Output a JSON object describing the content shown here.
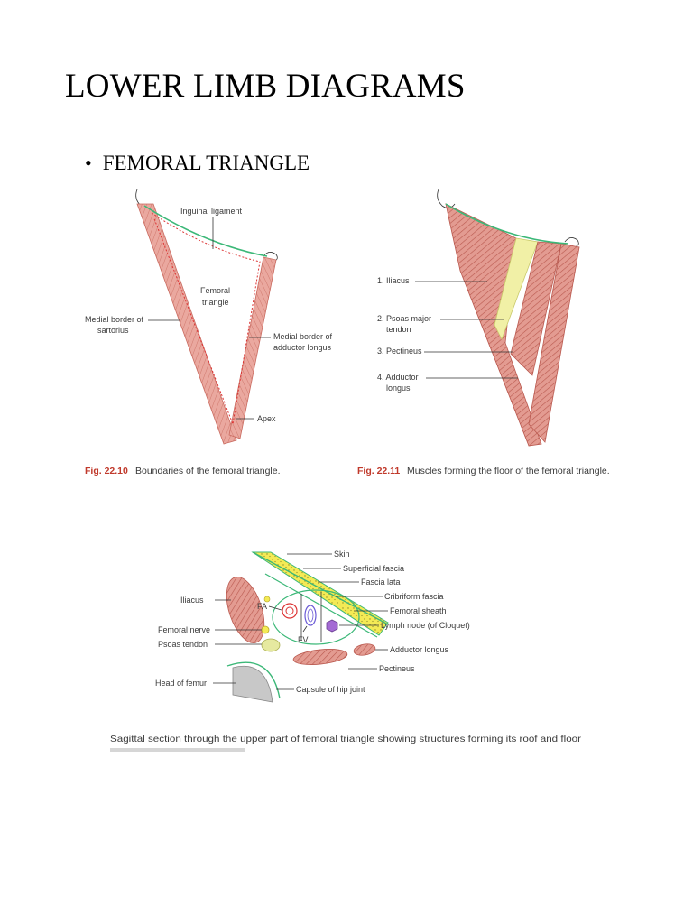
{
  "document": {
    "title": "LOWER LIMB DIAGRAMS",
    "bullet": "FEMORAL TRIANGLE"
  },
  "fig_22_10": {
    "labels": {
      "inguinal_ligament": "Inguinal ligament",
      "femoral_triangle_1": "Femoral",
      "femoral_triangle_2": "triangle",
      "medial_border_sartorius_1": "Medial border of",
      "medial_border_sartorius_2": "sartorius",
      "medial_border_adductor_1": "Medial border of",
      "medial_border_adductor_2": "adductor longus",
      "apex": "Apex"
    },
    "caption_number": "Fig. 22.10",
    "caption_text": "Boundaries of the femoral triangle."
  },
  "fig_22_11": {
    "labels": {
      "iliacus": "1. Iliacus",
      "psoas_1": "2. Psoas major",
      "psoas_2": "tendon",
      "pectineus": "3. Pectineus",
      "adductor_1": "4. Adductor",
      "adductor_2": "longus"
    },
    "caption_number": "Fig. 22.11",
    "caption_text": "Muscles forming the floor of the femoral triangle."
  },
  "sagittal_section": {
    "labels": {
      "skin": "Skin",
      "superficial_fascia": "Superficial fascia",
      "fascia_lata": "Fascia lata",
      "cribriform_fascia": "Cribriform fascia",
      "femoral_sheath": "Femoral sheath",
      "lymph_node": "Lymph node (of Cloquet)",
      "adductor_longus": "Adductor longus",
      "pectineus": "Pectineus",
      "capsule": "Capsule of hip joint",
      "iliacus": "Iliacus",
      "fa": "FA",
      "fv": "FV",
      "femoral_nerve": "Femoral nerve",
      "psoas_tendon": "Psoas tendon",
      "head_of_femur": "Head of femur"
    },
    "caption_line1": "Sagittal section through the upper part of femoral triangle showing structures forming its roof and floor"
  },
  "colors": {
    "muscle": "#e8a49b",
    "muscle_dark": "#c9695e",
    "ligament": "#3cb878",
    "fascia": "#f2e64b",
    "caption_red": "#c0392b"
  }
}
